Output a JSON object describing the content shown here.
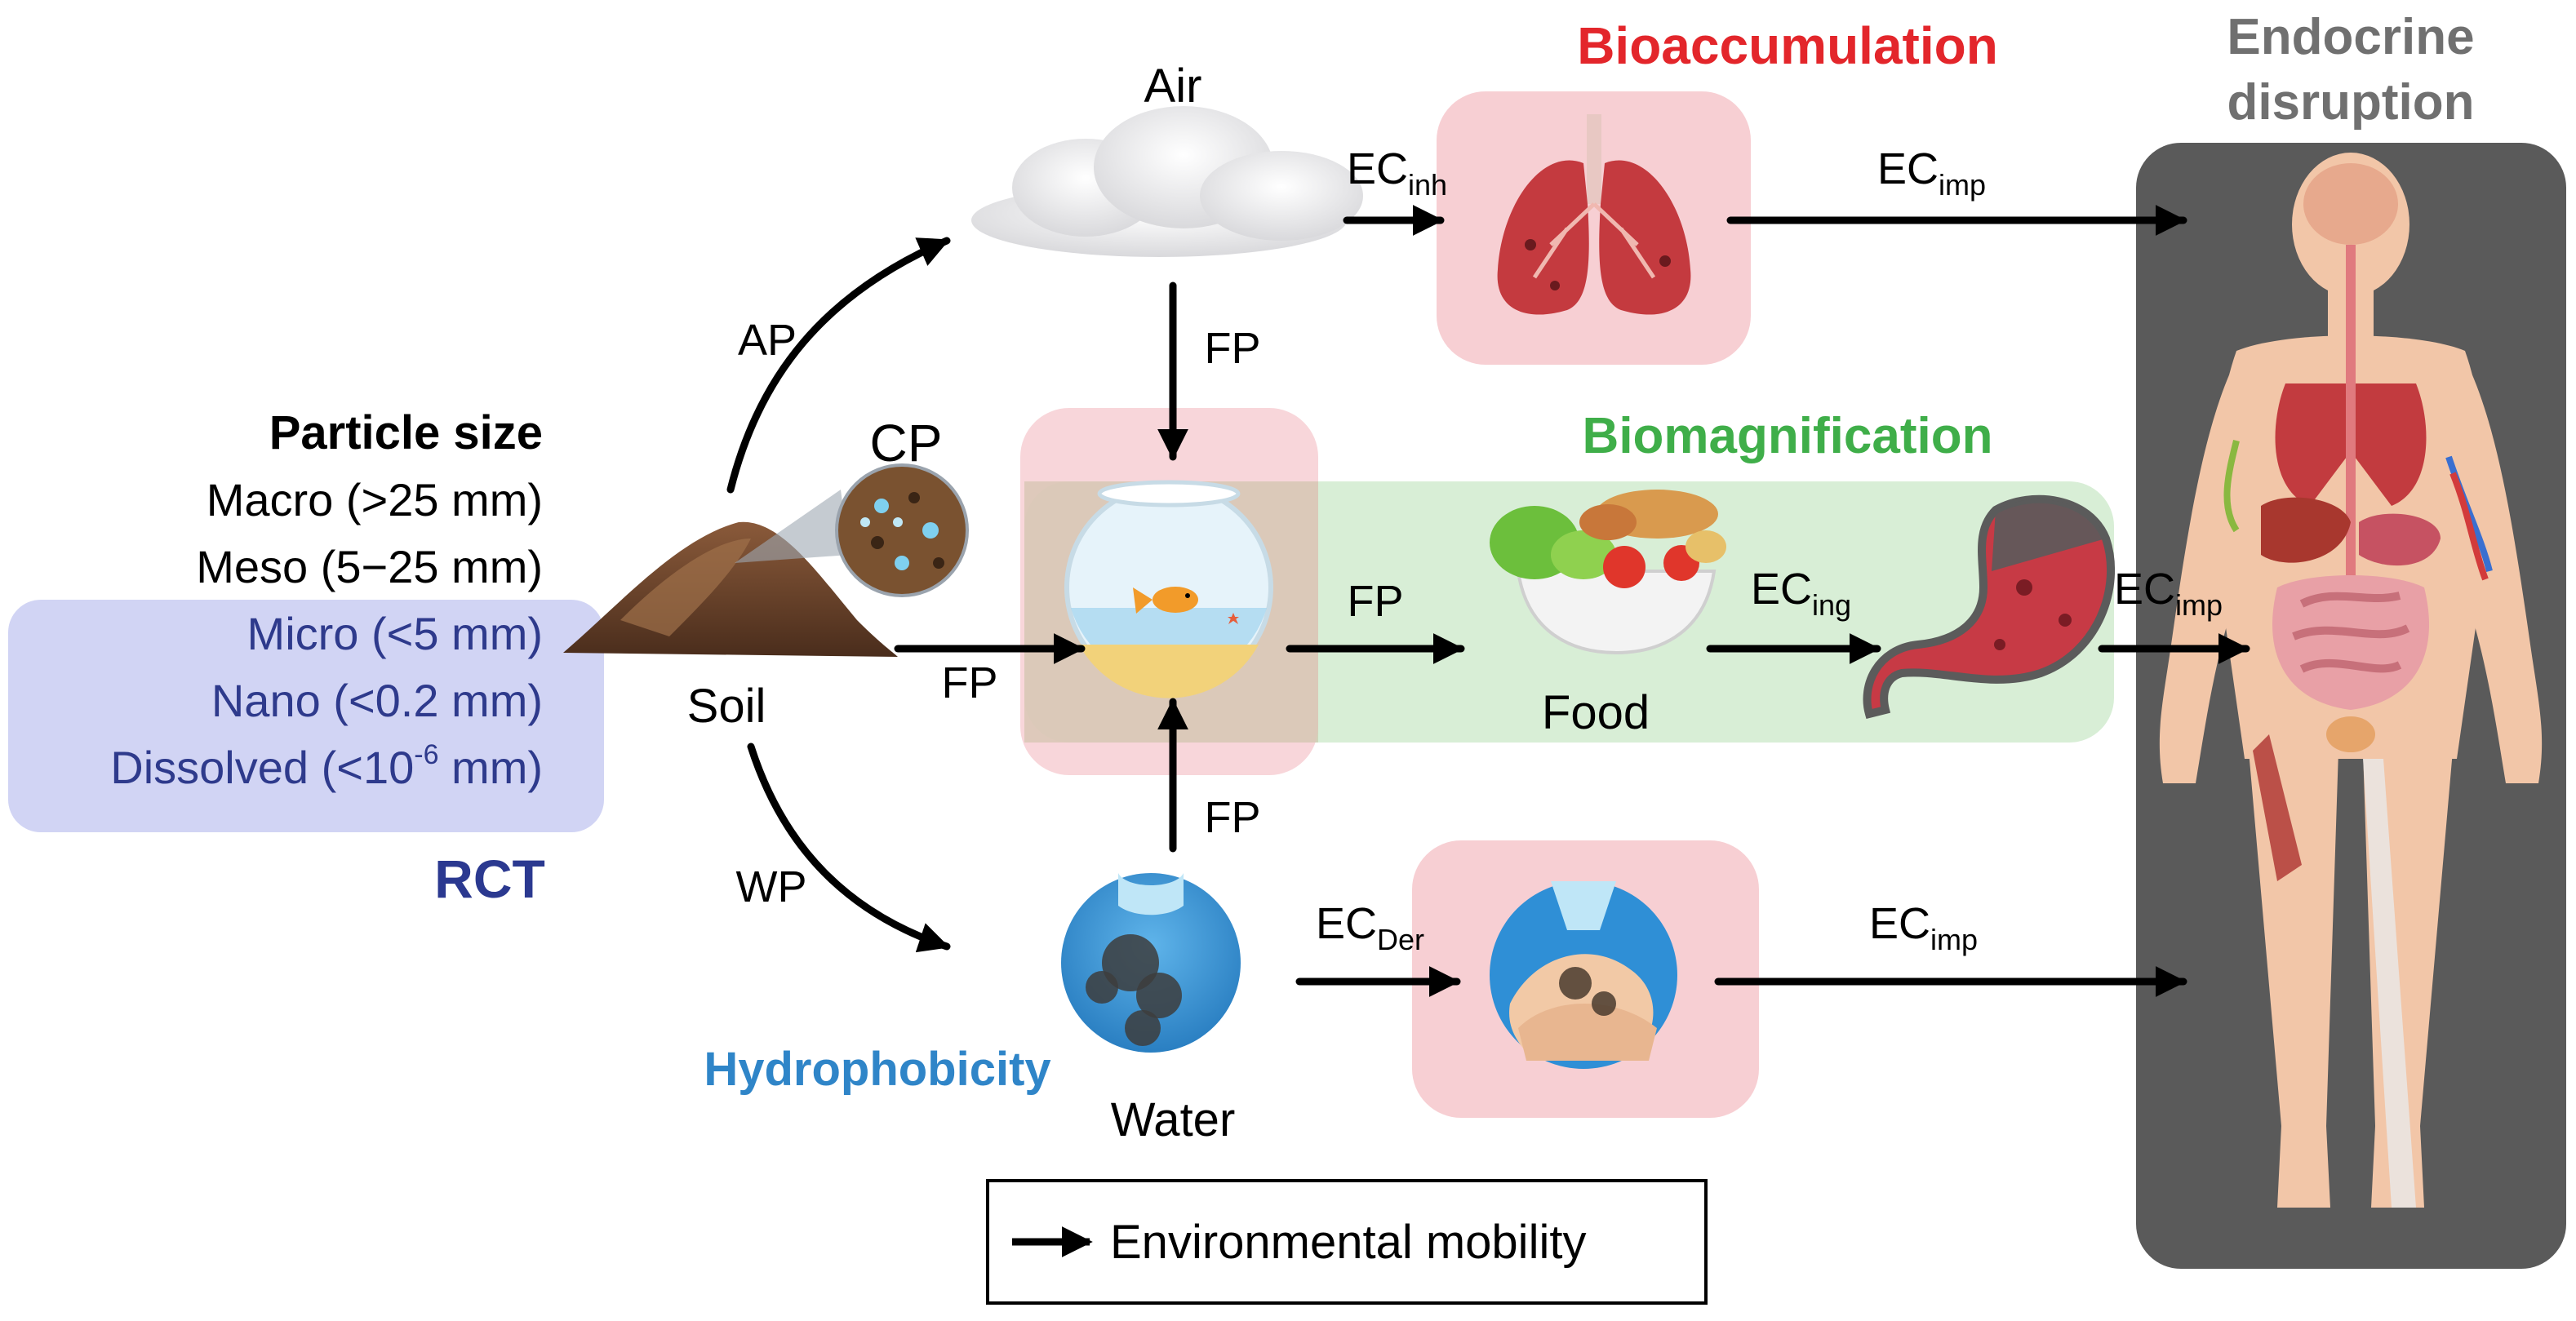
{
  "particle_size": {
    "title": "Particle size",
    "items": [
      {
        "text": "Macro (>25 mm)"
      },
      {
        "text": "Meso (5−25 mm)"
      },
      {
        "text": "Micro (<5 mm)"
      },
      {
        "text": "Nano (<0.2 mm)"
      },
      {
        "text": "Dissolved (<10",
        "sup": "-6",
        "tail": " mm)"
      }
    ],
    "rct_label": "RCT"
  },
  "nodes": {
    "air": "Air",
    "soil": "Soil",
    "cp": "CP",
    "food": "Food",
    "water": "Water"
  },
  "pathways": {
    "ap": "AP",
    "wp": "WP",
    "fp": "FP"
  },
  "exposure": {
    "ec_base": "EC",
    "inh": "inh",
    "ing": "ing",
    "der": "Der",
    "imp": "imp"
  },
  "headings": {
    "bioaccumulation": "Bioaccumulation",
    "biomagnification": "Biomagnification",
    "endocrine_line1": "Endocrine",
    "endocrine_line2": "disruption",
    "hydrophobicity": "Hydrophobicity"
  },
  "legend": {
    "label": "Environmental mobility"
  },
  "colors": {
    "bioaccumulation": "#e3262b",
    "biomagnification": "#3fae49",
    "endocrine": "#707070",
    "hydrophobicity": "#2f85c8",
    "rct": "#2b3990",
    "particle_dissolved": "#2e3a8c",
    "pink_box": "#f7cfd3",
    "green_box": "#d8eed6",
    "blue_box": "#c9cdf2",
    "human_panel": "#5a5a5a"
  }
}
